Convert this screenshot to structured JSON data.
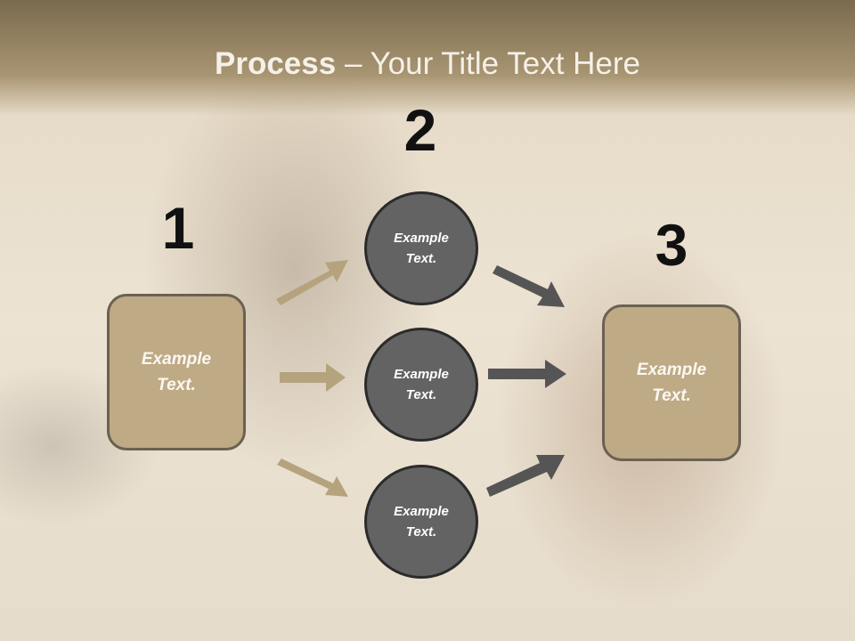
{
  "title": {
    "bold": "Process",
    "rest": " – Your Title Text Here"
  },
  "steps": {
    "one": {
      "number": "1",
      "text": "Example\nText."
    },
    "two": {
      "number": "2"
    },
    "three": {
      "number": "3",
      "text": "Example\nText."
    }
  },
  "circles": [
    {
      "text": "Example\nText."
    },
    {
      "text": "Example\nText."
    },
    {
      "text": "Example\nText."
    }
  ],
  "colors": {
    "box_fill": "#bfaa86",
    "circle_fill": "#636363",
    "arrow_tan": "#b5a37e",
    "arrow_gray": "#555555"
  }
}
